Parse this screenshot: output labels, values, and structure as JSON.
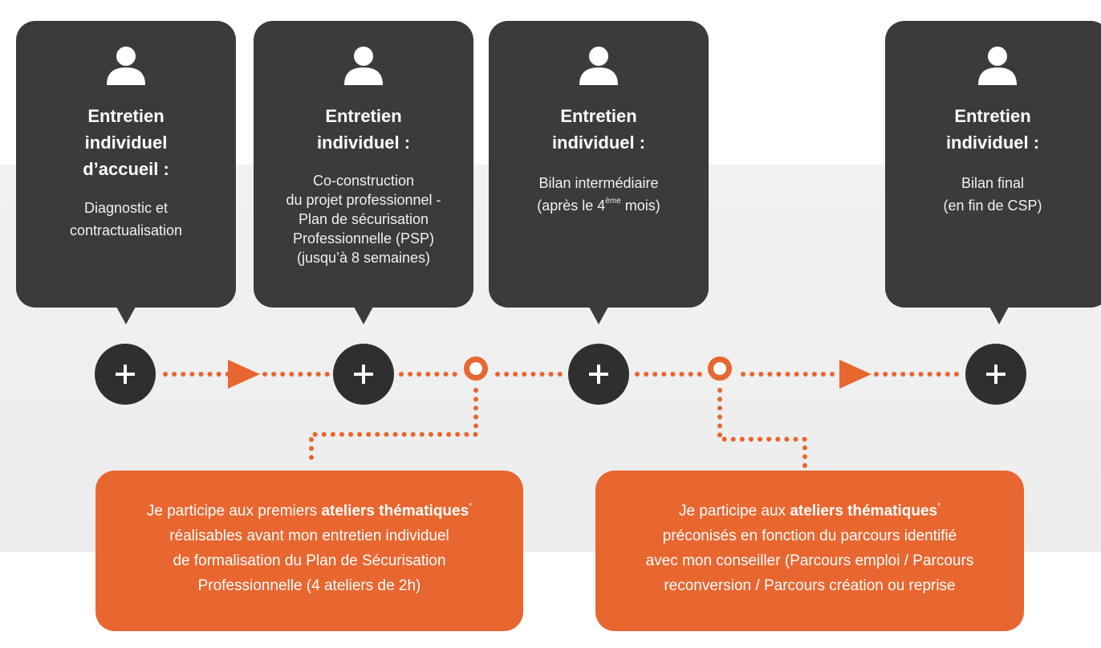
{
  "colors": {
    "card": "#3b3b3b",
    "node": "#2f2f2f",
    "accent": "#e8662f",
    "band": "#efefef"
  },
  "icons": {
    "card_icon": "person-icon",
    "node_icon": "plus-icon",
    "arrow_icon": "triangle-arrow-icon"
  },
  "steps": [
    {
      "title_lines": [
        "Entretien",
        "individuel",
        "d’accueil :"
      ],
      "desc_lines": [
        "Diagnostic et",
        "contractualisation"
      ]
    },
    {
      "title_lines": [
        "Entretien",
        "individuel :"
      ],
      "desc_lines": [
        "Co-construction",
        "du projet professionnel -",
        "Plan de sécurisation",
        "Professionnelle (PSP)",
        "(jusqu’à 8 semaines)"
      ]
    },
    {
      "title_lines": [
        "Entretien",
        "individuel :"
      ],
      "desc_line1": "Bilan intermédiaire",
      "desc_line2_before": "(après le 4",
      "desc_line2_sup": "ème",
      "desc_line2_after": " mois)"
    },
    {
      "title_lines": [
        "Entretien",
        "individuel :"
      ],
      "desc_lines": [
        "Bilan final",
        "(en fin de CSP)"
      ]
    }
  ],
  "workshops": [
    {
      "line1_before": "Je participe aux premiers ",
      "line1_bold": "ateliers thématiques",
      "line1_sup": "*",
      "lines": [
        "réalisables avant mon entretien individuel",
        "de formalisation du Plan de Sécurisation",
        "Professionnelle (4 ateliers de 2h)"
      ]
    },
    {
      "line1_before": "Je participe aux ",
      "line1_bold": "ateliers thématiques",
      "line1_sup": "*",
      "lines": [
        "préconisés en fonction du parcours identifié",
        "avec mon conseiller (Parcours emploi / Parcours",
        "reconversion / Parcours création ou reprise"
      ]
    }
  ]
}
